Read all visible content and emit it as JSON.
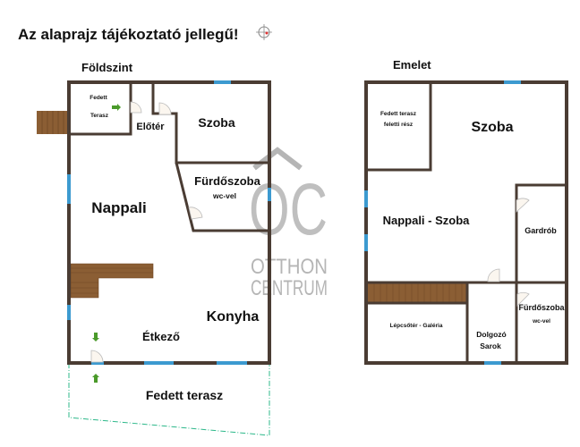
{
  "header": {
    "title": "Az alaprajz tájékoztató jellegű!",
    "icon": "compass-icon"
  },
  "ground_floor": {
    "title": "Földszint",
    "rooms": {
      "covered_terrace_small_1": "Fedett",
      "covered_terrace_small_2": "Terasz",
      "hall": "Előtér",
      "room": "Szoba",
      "bathroom": "Fürdőszoba",
      "bathroom_sub": "wc-vel",
      "living": "Nappali",
      "kitchen": "Konyha",
      "dining": "Étkező",
      "covered_terrace": "Fedett terasz"
    }
  },
  "upper_floor": {
    "title": "Emelet",
    "rooms": {
      "terrace_above_1": "Fedett terasz",
      "terrace_above_2": "feletti rész",
      "room": "Szoba",
      "living_room": "Nappali - Szoba",
      "wardrobe": "Gardrób",
      "stairwell": "Lépcsőtér - Galéria",
      "study_1": "Dolgozó",
      "study_2": "Sarok",
      "bathroom": "Fürdőszoba",
      "bathroom_sub": "wc-vel"
    }
  },
  "watermark": {
    "logo": "ÖC",
    "line1": "OTTHON",
    "line2": "CENTRUM"
  },
  "colors": {
    "wall": "#4a3c33",
    "window": "#3c9ad0",
    "stairs": "#8b5e34",
    "terrace_outline": "#2db88a",
    "watermark": "#b5b5b5",
    "arrow": "#4a9a2a"
  }
}
